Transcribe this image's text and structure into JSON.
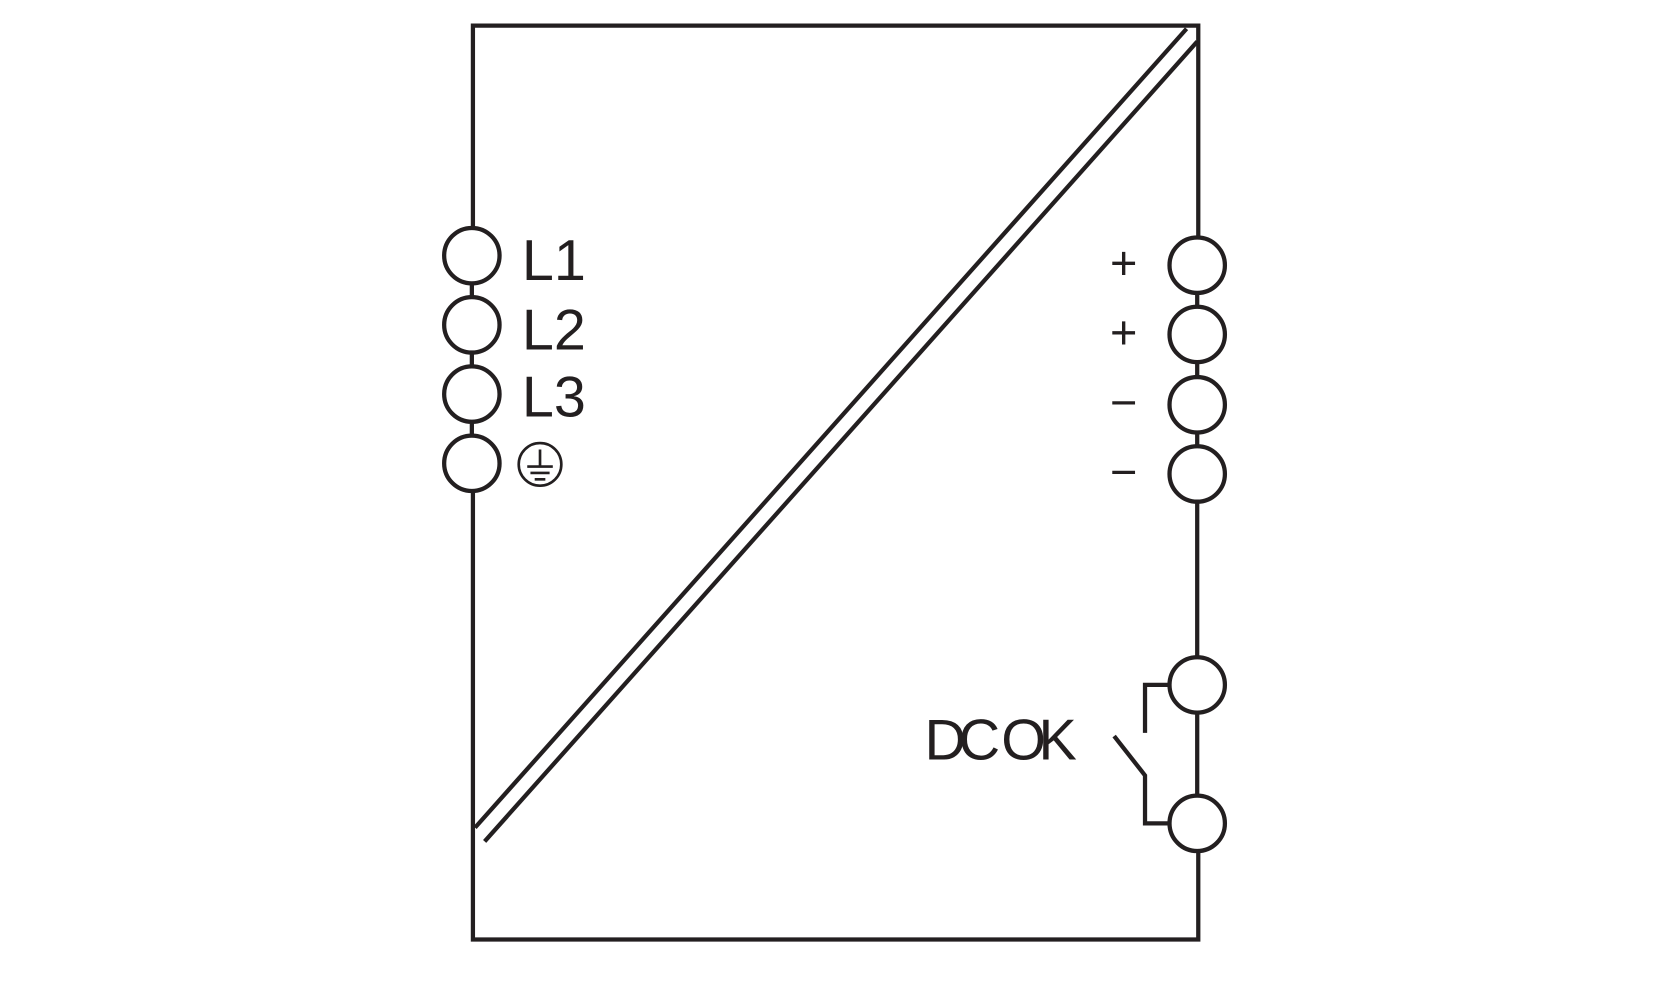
{
  "title": "Power supply schematic symbol",
  "input_terminals": [
    {
      "label": "L1"
    },
    {
      "label": "L2"
    },
    {
      "label": "L3"
    },
    {
      "label": "PE",
      "icon": "ground-icon"
    }
  ],
  "output_terminals": [
    {
      "label": "+"
    },
    {
      "label": "+"
    },
    {
      "label": "−"
    },
    {
      "label": "−"
    }
  ],
  "signal": {
    "label": "DC OK"
  },
  "colors": {
    "line": "#231f20",
    "background": "#ffffff"
  }
}
